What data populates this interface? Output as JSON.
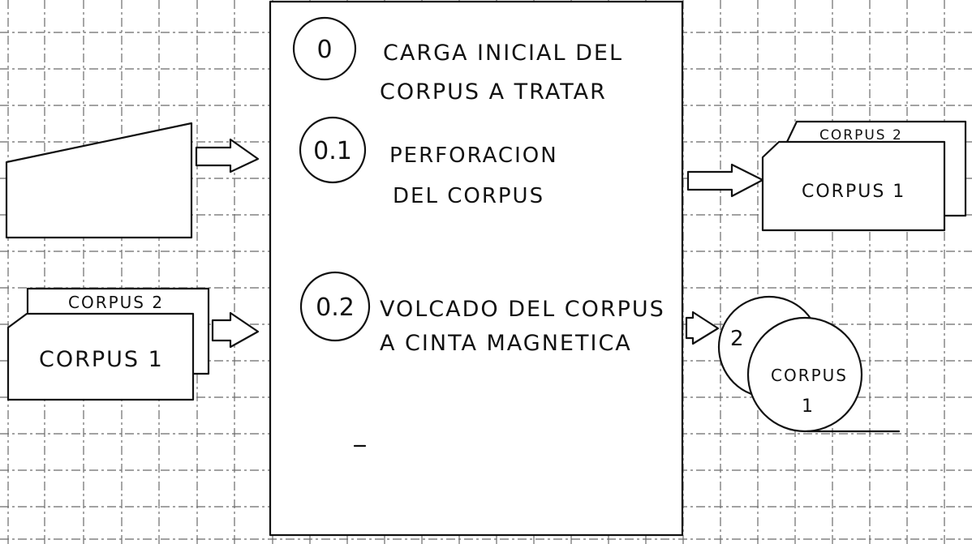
{
  "process": {
    "step_0": {
      "number": "0",
      "line1": "CARGA INICIAL DEL",
      "line2": "CORPUS A TRATAR"
    },
    "step_01": {
      "number": "0.1",
      "line1": "PERFORACION",
      "line2": "DEL CORPUS"
    },
    "step_02": {
      "number": "0.2",
      "line1": "VOLCADO DEL CORPUS",
      "line2": "A CINTA MAGNETICA"
    }
  },
  "outputs": {
    "card_deck": {
      "back_label": "CORPUS 2",
      "front_label": "CORPUS 1"
    },
    "tape": {
      "back_label": "2",
      "front_label_1": "CORPUS",
      "front_label_2": "1"
    }
  },
  "inputs": {
    "card_deck": {
      "back_label": "CORPUS 2",
      "front_label": "CORPUS 1"
    }
  },
  "colors": {
    "ink": "#111111",
    "grid": "#6b6b6b",
    "paper": "#ffffff"
  }
}
